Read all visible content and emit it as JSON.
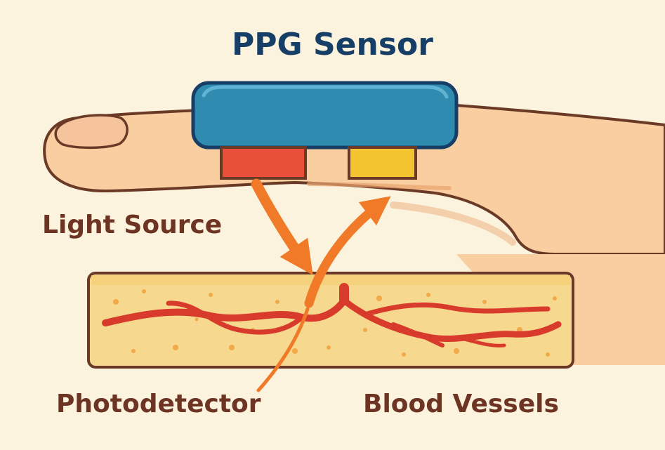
{
  "title": "PPG Sensor",
  "labels": {
    "light_source": "Light Source",
    "photodetector": "Photodetector",
    "blood_vessels": "Blood Vessels"
  },
  "colors": {
    "background": "#fcf3de",
    "skin": "#f9cfa2",
    "skin_outline": "#6a3a26",
    "sensor_body": "#2f8bb0",
    "light_emitter": "#e8503a",
    "detector": "#f4c430",
    "arrows": "#f07a28",
    "tissue": "#f7d88f",
    "vessels": "#d83a2c",
    "title_text": "#173e66",
    "label_text": "#6e3423"
  }
}
